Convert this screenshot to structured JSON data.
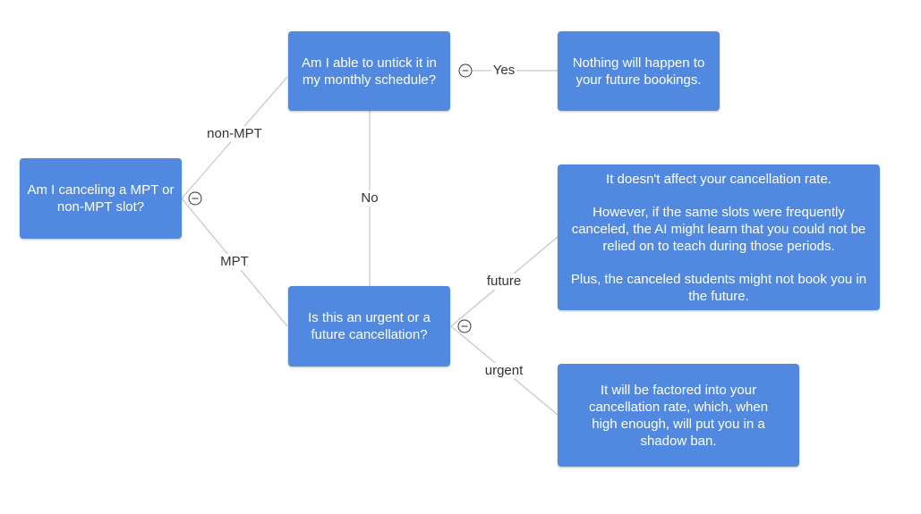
{
  "colors": {
    "node_fill": "#5189e0",
    "node_text": "#ffffff",
    "edge_line": "#c8c8c8",
    "label_text": "#333333"
  },
  "nodes": {
    "root": {
      "text": "Am I canceling a MPT or non-MPT slot?"
    },
    "untick_question": {
      "text": "Am I able to untick it in my monthly schedule?"
    },
    "nothing_happens": {
      "text": "Nothing will happen to your future bookings."
    },
    "urgency_question": {
      "text": "Is this an urgent or a future cancellation?"
    },
    "future_result": {
      "paragraphs": [
        "It doesn't affect your cancellation rate.",
        "However, if the same slots were frequently canceled, the AI might learn that you could not be relied on to teach during those periods.",
        "Plus, the canceled students might not book you in the future."
      ]
    },
    "urgent_result": {
      "text": "It will be factored into your cancellation rate, which, when high enough, will put you in a shadow ban."
    }
  },
  "edges": {
    "non_mpt": "non-MPT",
    "mpt": "MPT",
    "yes": "Yes",
    "no": "No",
    "future": "future",
    "urgent": "urgent"
  },
  "toggles": {
    "root": "collapse-icon",
    "untick_question": "collapse-icon",
    "urgency_question": "collapse-icon"
  }
}
